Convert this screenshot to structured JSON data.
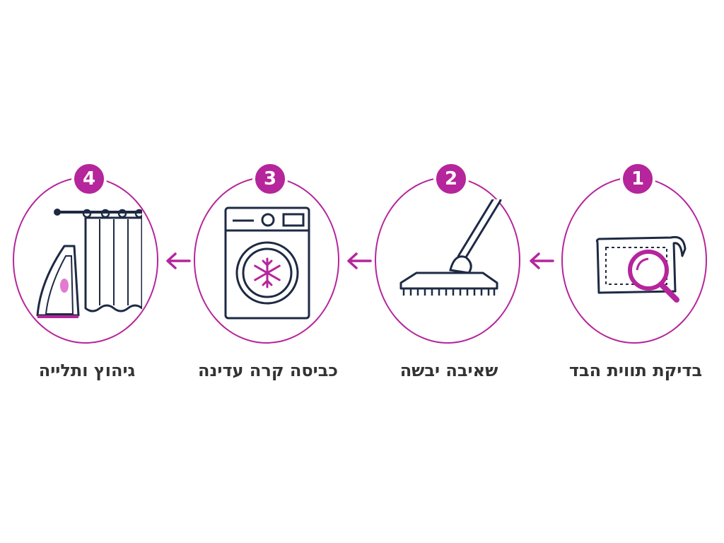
{
  "colors": {
    "accent": "#b5259b",
    "ink": "#1e2a44",
    "text": "#333333"
  },
  "steps": [
    {
      "number": "1",
      "label": "בדיקת תווית הבד",
      "icon": "fabric-magnifier-icon"
    },
    {
      "number": "2",
      "label": "שאיבה יבשה",
      "icon": "vacuum-icon"
    },
    {
      "number": "3",
      "label": "כביסה קרה עדינה",
      "icon": "washing-machine-snowflake-icon"
    },
    {
      "number": "4",
      "label": "גיהוץ ותלייה",
      "icon": "iron-curtain-icon"
    }
  ]
}
